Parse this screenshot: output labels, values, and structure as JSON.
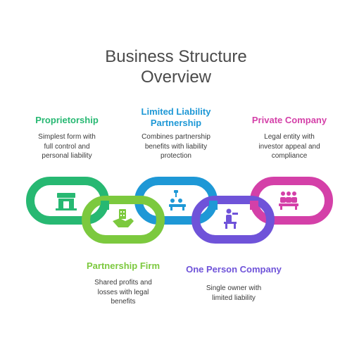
{
  "title_line1": "Business Structure",
  "title_line2": "Overview",
  "items": [
    {
      "name": "Proprietorship",
      "desc1": "Simplest form with",
      "desc2": "full control and",
      "desc3": "personal liability",
      "color": "#27b872",
      "icon": "storefront-icon"
    },
    {
      "name": "Partnership Firm",
      "desc1": "Shared profits and",
      "desc2": "losses with legal",
      "desc3": "benefits",
      "color": "#7cc93e",
      "icon": "handshake-building-icon"
    },
    {
      "name1": "Limited Liability",
      "name2": "Partnership",
      "desc1": "Combines partnership",
      "desc2": "benefits with liability",
      "desc3": "protection",
      "color": "#1e98d6",
      "icon": "meeting-table-icon"
    },
    {
      "name": "One Person Company",
      "desc1": "Single owner with",
      "desc2": "limited liability",
      "color": "#6f53d9",
      "icon": "person-desk-icon"
    },
    {
      "name": "Private Company",
      "desc1": "Legal entity with",
      "desc2": "investor appeal and",
      "desc3": "compliance",
      "color": "#d440a8",
      "icon": "group-people-icon"
    }
  ]
}
